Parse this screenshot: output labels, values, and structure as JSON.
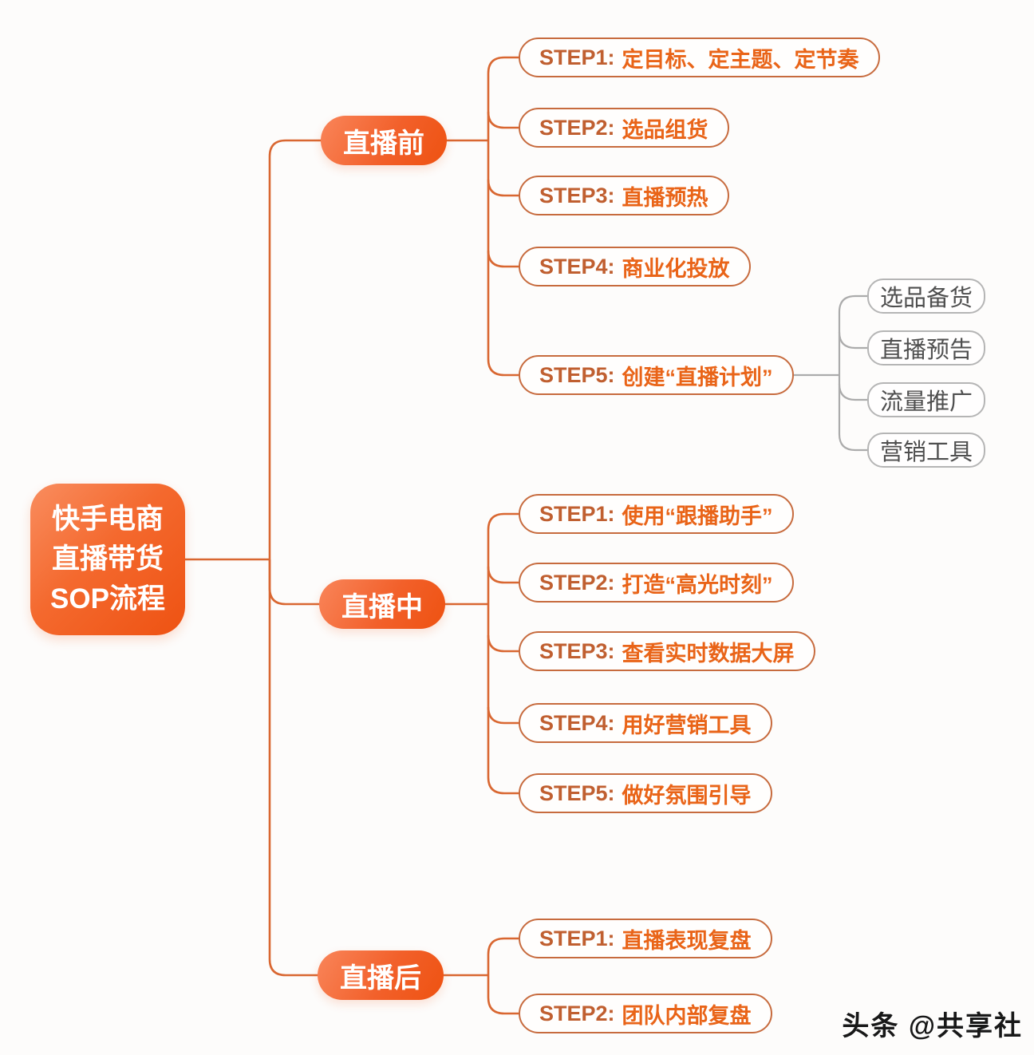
{
  "page": {
    "background_color": "#fdfcfb",
    "watermark": "头条 @共享社"
  },
  "palette": {
    "node_gradient_light": "#f9855a",
    "node_gradient_dark": "#ee5211",
    "connector_orange": "#d96731",
    "step_border": "#c76b3e",
    "step_prefix_color": "#c05f30",
    "step_text_color": "#e96418",
    "gray_border": "#b5b5b5",
    "gray_text": "#4f4f4f",
    "gray_connector": "#ababab",
    "node_text_color": "#ffffff"
  },
  "root": {
    "lines": [
      "快手电商",
      "直播带货",
      "SOP流程"
    ]
  },
  "branches": [
    {
      "label": "直播前",
      "steps": [
        {
          "prefix": "STEP1:",
          "label": "定目标、定主题、定节奏"
        },
        {
          "prefix": "STEP2:",
          "label": "选品组货"
        },
        {
          "prefix": "STEP3:",
          "label": "直播预热"
        },
        {
          "prefix": "STEP4:",
          "label": "商业化投放"
        },
        {
          "prefix": "STEP5:",
          "label": "创建“直播计划”"
        }
      ]
    },
    {
      "label": "直播中",
      "steps": [
        {
          "prefix": "STEP1:",
          "label": "使用“跟播助手”"
        },
        {
          "prefix": "STEP2:",
          "label": "打造“高光时刻”"
        },
        {
          "prefix": "STEP3:",
          "label": "查看实时数据大屏"
        },
        {
          "prefix": "STEP4:",
          "label": "用好营销工具"
        },
        {
          "prefix": "STEP5:",
          "label": "做好氛围引导"
        }
      ]
    },
    {
      "label": "直播后",
      "steps": [
        {
          "prefix": "STEP1:",
          "label": "直播表现复盘"
        },
        {
          "prefix": "STEP2:",
          "label": "团队内部复盘"
        }
      ]
    }
  ],
  "plan_children": {
    "items": [
      {
        "label": "选品备货"
      },
      {
        "label": "直播预告"
      },
      {
        "label": "流量推广"
      },
      {
        "label": "营销工具"
      }
    ]
  }
}
